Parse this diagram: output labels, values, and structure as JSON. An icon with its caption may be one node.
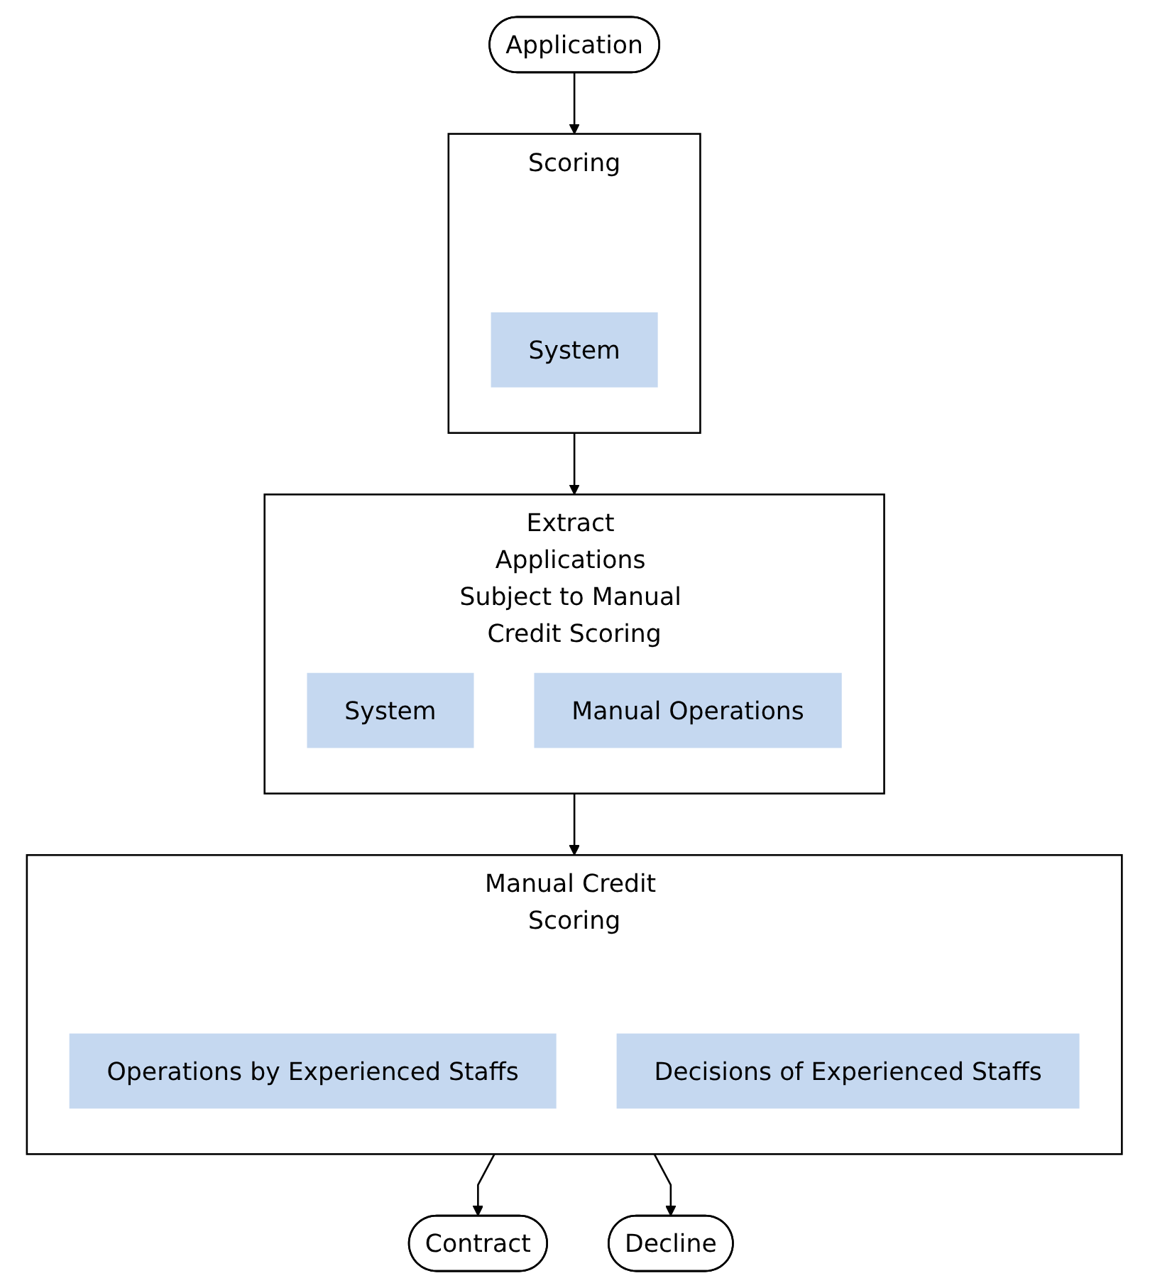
{
  "diagram": {
    "nodes": [
      {
        "text": [
          "Application"
        ]
      },
      {
        "text": [
          "Scoring"
        ]
      },
      {
        "text": [
          "System"
        ],
        "in": 1
      },
      {
        "text": [
          "Extract Applications Subject to Manual Credit Scoring"
        ]
      },
      {
        "text": [
          "System"
        ],
        "in": 3
      },
      {
        "text": [
          "Manual Operations"
        ],
        "in": 3
      },
      {
        "text": [
          "Manual Credit Scoring"
        ]
      },
      {
        "text": [
          "Operations by Experienced Staffs"
        ],
        "in": 6
      },
      {
        "text": [
          "Decisions of Experienced Staffs"
        ],
        "in": 6
      },
      {
        "text": [
          "Contract"
        ]
      },
      {
        "text": [
          "Decline"
        ]
      }
    ],
    "edges": [
      {
        "from": 0,
        "to": 1,
        "arrow": "to"
      },
      {
        "from": 1,
        "to": 3,
        "arrow": "to"
      },
      {
        "from": 3,
        "to": 6,
        "arrow": "to"
      },
      {
        "from": 6,
        "to": 9,
        "arrow": "to"
      },
      {
        "from": 6,
        "to": 10,
        "arrow": "to"
      }
    ]
  }
}
